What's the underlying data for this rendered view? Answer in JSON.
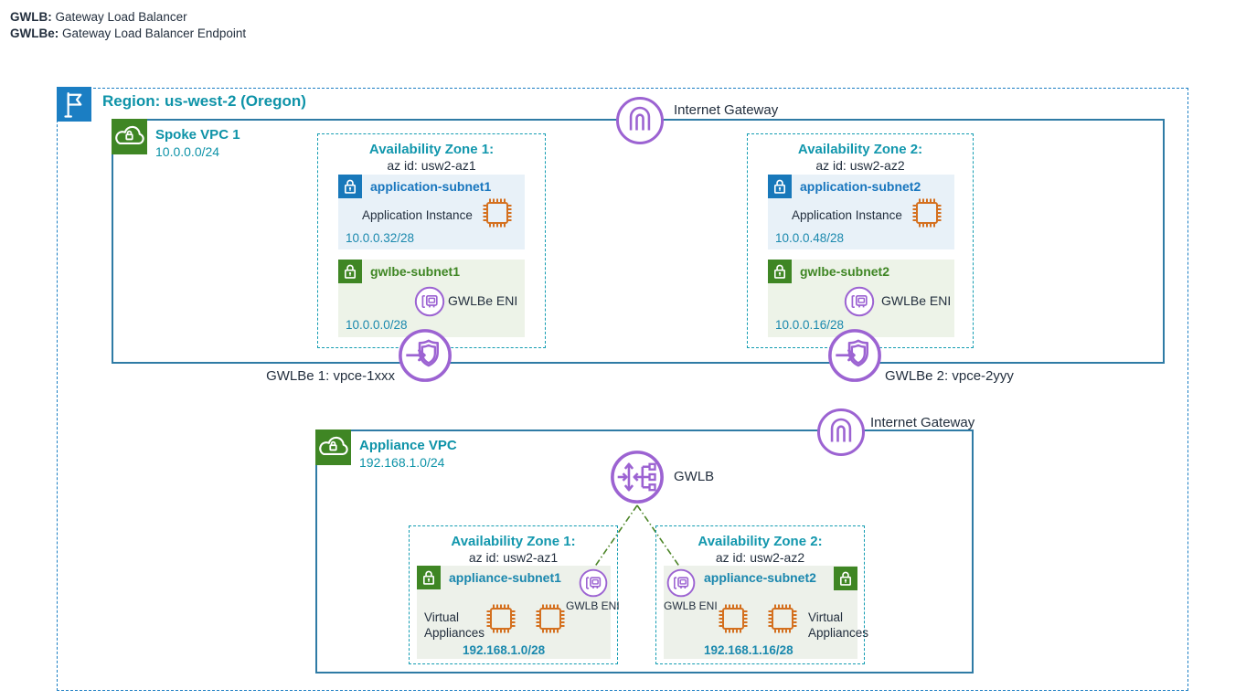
{
  "legend": {
    "gwlb_term": "GWLB:",
    "gwlb_def": " Gateway Load Balancer",
    "gwlbe_term": "GWLBe:",
    "gwlbe_def": " Gateway Load Balancer Endpoint"
  },
  "region": {
    "title": "Region: us-west-2 (Oregon)"
  },
  "spoke_vpc": {
    "title": "Spoke VPC 1",
    "cidr": "10.0.0.0/24",
    "igw_label": "Internet Gateway",
    "az1": {
      "title": "Availability Zone 1:",
      "az_id": "az id: usw2-az1",
      "app_subnet": {
        "name": "application-subnet1",
        "instance_label": "Application Instance",
        "cidr": "10.0.0.32/28"
      },
      "gwlbe_subnet": {
        "name": "gwlbe-subnet1",
        "eni_label": "GWLBe ENI",
        "cidr": "10.0.0.0/28"
      }
    },
    "az2": {
      "title": "Availability Zone 2:",
      "az_id": "az id: usw2-az2",
      "app_subnet": {
        "name": "application-subnet2",
        "instance_label": "Application Instance",
        "cidr": "10.0.0.48/28"
      },
      "gwlbe_subnet": {
        "name": "gwlbe-subnet2",
        "eni_label": "GWLBe ENI",
        "cidr": "10.0.0.16/28"
      }
    }
  },
  "endpoints": {
    "gwlbe1_label": "GWLBe 1: vpce-1xxx",
    "gwlbe2_label": "GWLBe 2: vpce-2yyy"
  },
  "appliance_vpc": {
    "title": "Appliance VPC",
    "cidr": "192.168.1.0/24",
    "igw_label": "Internet Gateway",
    "gwlb_label": "GWLB",
    "az1": {
      "title": "Availability Zone 1:",
      "az_id": "az id: usw2-az1",
      "subnet": {
        "name": "appliance-subnet1",
        "eni_label": "GWLB ENI",
        "appliances_label": "Virtual Appliances",
        "cidr": "192.168.1.0/28"
      }
    },
    "az2": {
      "title": "Availability Zone 2:",
      "az_id": "az id: usw2-az2",
      "subnet": {
        "name": "appliance-subnet2",
        "eni_label": "GWLB ENI",
        "appliances_label": "Virtual Appliances",
        "cidr": "192.168.1.16/28"
      }
    }
  },
  "colors": {
    "region_border": "#1B7EC3",
    "vpc_border": "#2F7BA5",
    "az_border": "#149DB2",
    "teal_heading": "#0E93A8",
    "subnet_blue": "#1878BA",
    "subnet_green": "#3F8624",
    "purple_icon": "#9C63D2",
    "orange_icon": "#D4701F",
    "connector_green": "#4C8527",
    "dark_text": "#232F3E"
  }
}
